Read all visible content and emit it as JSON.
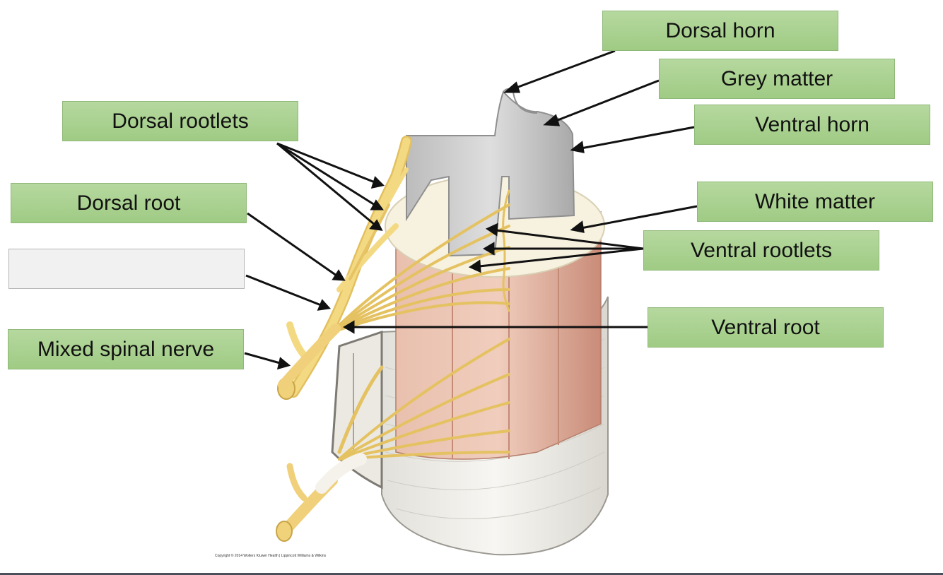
{
  "labels": {
    "dorsal_horn": "Dorsal horn",
    "grey_matter": "Grey matter",
    "ventral_horn": "Ventral horn",
    "white_matter": "White matter",
    "ventral_rootlets": "Ventral rootlets",
    "ventral_root": "Ventral root",
    "dorsal_rootlets": "Dorsal rootlets",
    "dorsal_root": "Dorsal root",
    "blank": "",
    "mixed_spinal_nerve": "Mixed spinal nerve"
  },
  "copyright": "Copyright © 2014 Wolters Kluwer Health | Lippincott Williams & Wilkins",
  "colors": {
    "label_fill": "#a8d08d",
    "blank_fill": "#f1f1f1",
    "nerve": "#f2d27a",
    "cord_pink": "#e8b8a4",
    "grey_matter": "#c9c9c9",
    "white_matter": "#f7f1df",
    "meninges": "#ecebe6"
  }
}
